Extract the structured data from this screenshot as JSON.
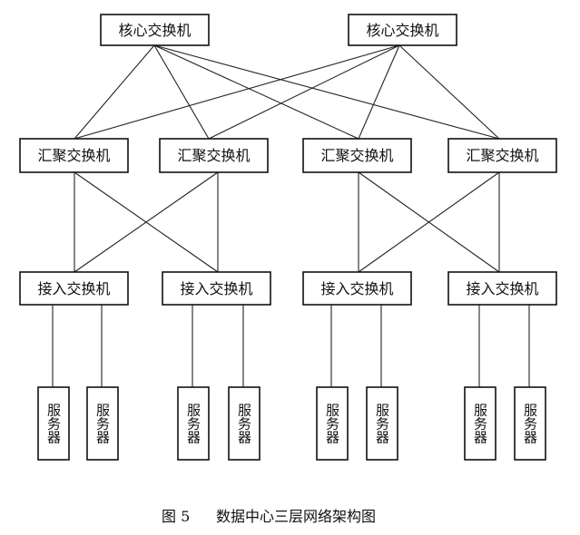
{
  "diagram": {
    "core_switches": [
      "核心交换机",
      "核心交换机"
    ],
    "aggregation_switches": [
      "汇聚交换机",
      "汇聚交换机",
      "汇聚交换机",
      "汇聚交换机"
    ],
    "access_switches": [
      "接入交换机",
      "接入交换机",
      "接入交换机",
      "接入交换机"
    ],
    "servers": [
      "服务器",
      "服务器",
      "服务器",
      "服务器",
      "服务器",
      "服务器",
      "服务器",
      "服务器"
    ],
    "caption_number": "图 5",
    "caption_text": "数据中心三层网络架构图"
  }
}
